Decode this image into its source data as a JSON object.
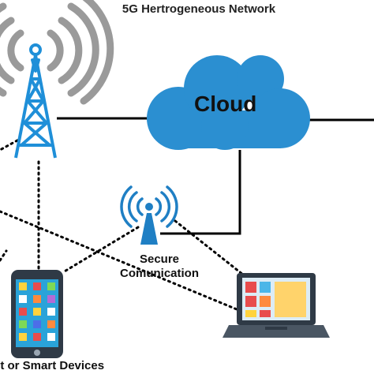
{
  "diagram": {
    "title": "5G Hertrogeneous Network",
    "cloud_label": "Cloud",
    "secure_label_line1": "Secure",
    "secure_label_line2": "Comunication",
    "devices_label": "et or Smart Devices"
  },
  "nodes": [
    {
      "id": "cell-tower",
      "icon": "cell-tower-icon"
    },
    {
      "id": "cloud",
      "icon": "cloud-icon"
    },
    {
      "id": "wireless-access-point",
      "icon": "wifi-antenna-icon"
    },
    {
      "id": "smartphone",
      "icon": "smartphone-icon"
    },
    {
      "id": "laptop",
      "icon": "laptop-icon"
    }
  ],
  "links": [
    {
      "from": "cell-tower",
      "to": "cloud",
      "style": "solid"
    },
    {
      "from": "cloud",
      "to": "wireless-access-point",
      "style": "solid"
    },
    {
      "from": "cell-tower",
      "to": "smartphone",
      "style": "dotted"
    },
    {
      "from": "wireless-access-point",
      "to": "smartphone",
      "style": "dotted"
    },
    {
      "from": "wireless-access-point",
      "to": "laptop",
      "style": "dotted"
    }
  ],
  "colors": {
    "tower": "#1f8fd8",
    "cloud": "#2b8fd1",
    "signal_arcs": "#9a9a9a",
    "line": "#000000"
  }
}
